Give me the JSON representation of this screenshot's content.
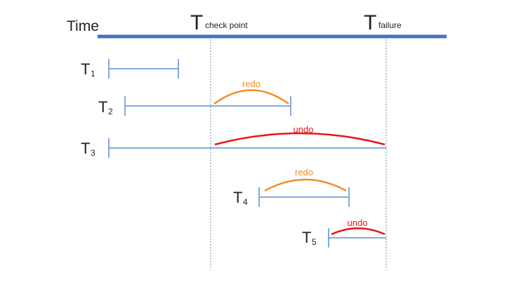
{
  "header": {
    "time_label": "Time",
    "checkpoint": {
      "main": "T",
      "sub": "check point"
    },
    "failure": {
      "main": "T",
      "sub": "failure"
    }
  },
  "transactions": [
    {
      "main": "T",
      "sub": "1",
      "action": null
    },
    {
      "main": "T",
      "sub": "2",
      "action": "redo"
    },
    {
      "main": "T",
      "sub": "3",
      "action": "undo"
    },
    {
      "main": "T",
      "sub": "4",
      "action": "redo"
    },
    {
      "main": "T",
      "sub": "5",
      "action": "undo"
    }
  ],
  "colors": {
    "timeline": "#4472c4",
    "interval": "#5b8fd4",
    "guide": "#6f8fb8",
    "redo": "#f28c28",
    "undo": "#e8141b",
    "text": "#222222"
  }
}
